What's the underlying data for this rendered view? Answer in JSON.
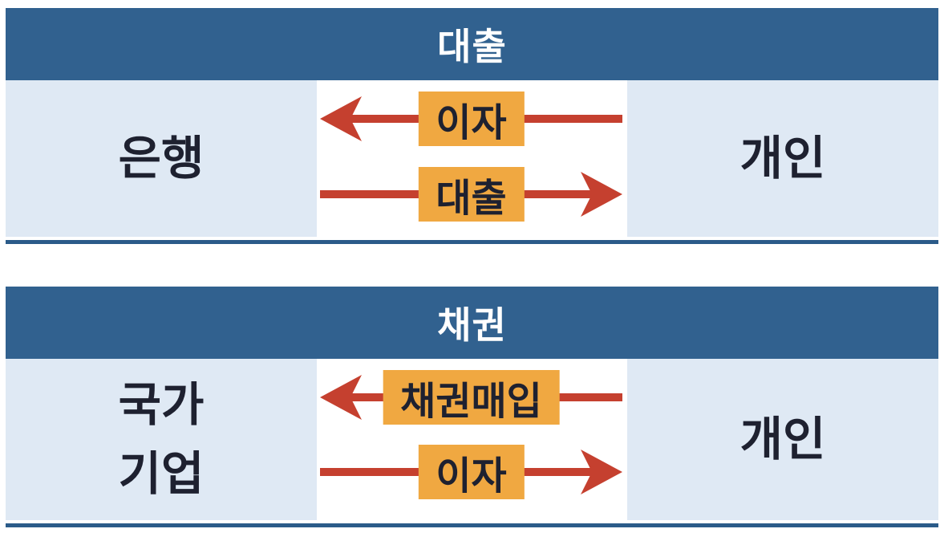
{
  "colors": {
    "header_blue": "#31618F",
    "rule_blue": "#2B5B89",
    "cell_light_blue": "#DFE9F4",
    "arrow_red": "#C5402F",
    "label_orange": "#F0A841",
    "dark_text": "#1E2130",
    "header_text": "#FFFFFF"
  },
  "panels": [
    {
      "title": "대출",
      "left_entity": {
        "lines": [
          "은행"
        ]
      },
      "right_entity": {
        "lines": [
          "개인"
        ]
      },
      "flows": [
        {
          "label": "이자",
          "direction": "left"
        },
        {
          "label": "대출",
          "direction": "right"
        }
      ]
    },
    {
      "title": "채권",
      "left_entity": {
        "lines": [
          "국가",
          "기업"
        ]
      },
      "right_entity": {
        "lines": [
          "개인"
        ]
      },
      "flows": [
        {
          "label": "채권매입",
          "direction": "left"
        },
        {
          "label": "이자",
          "direction": "right"
        }
      ]
    }
  ]
}
